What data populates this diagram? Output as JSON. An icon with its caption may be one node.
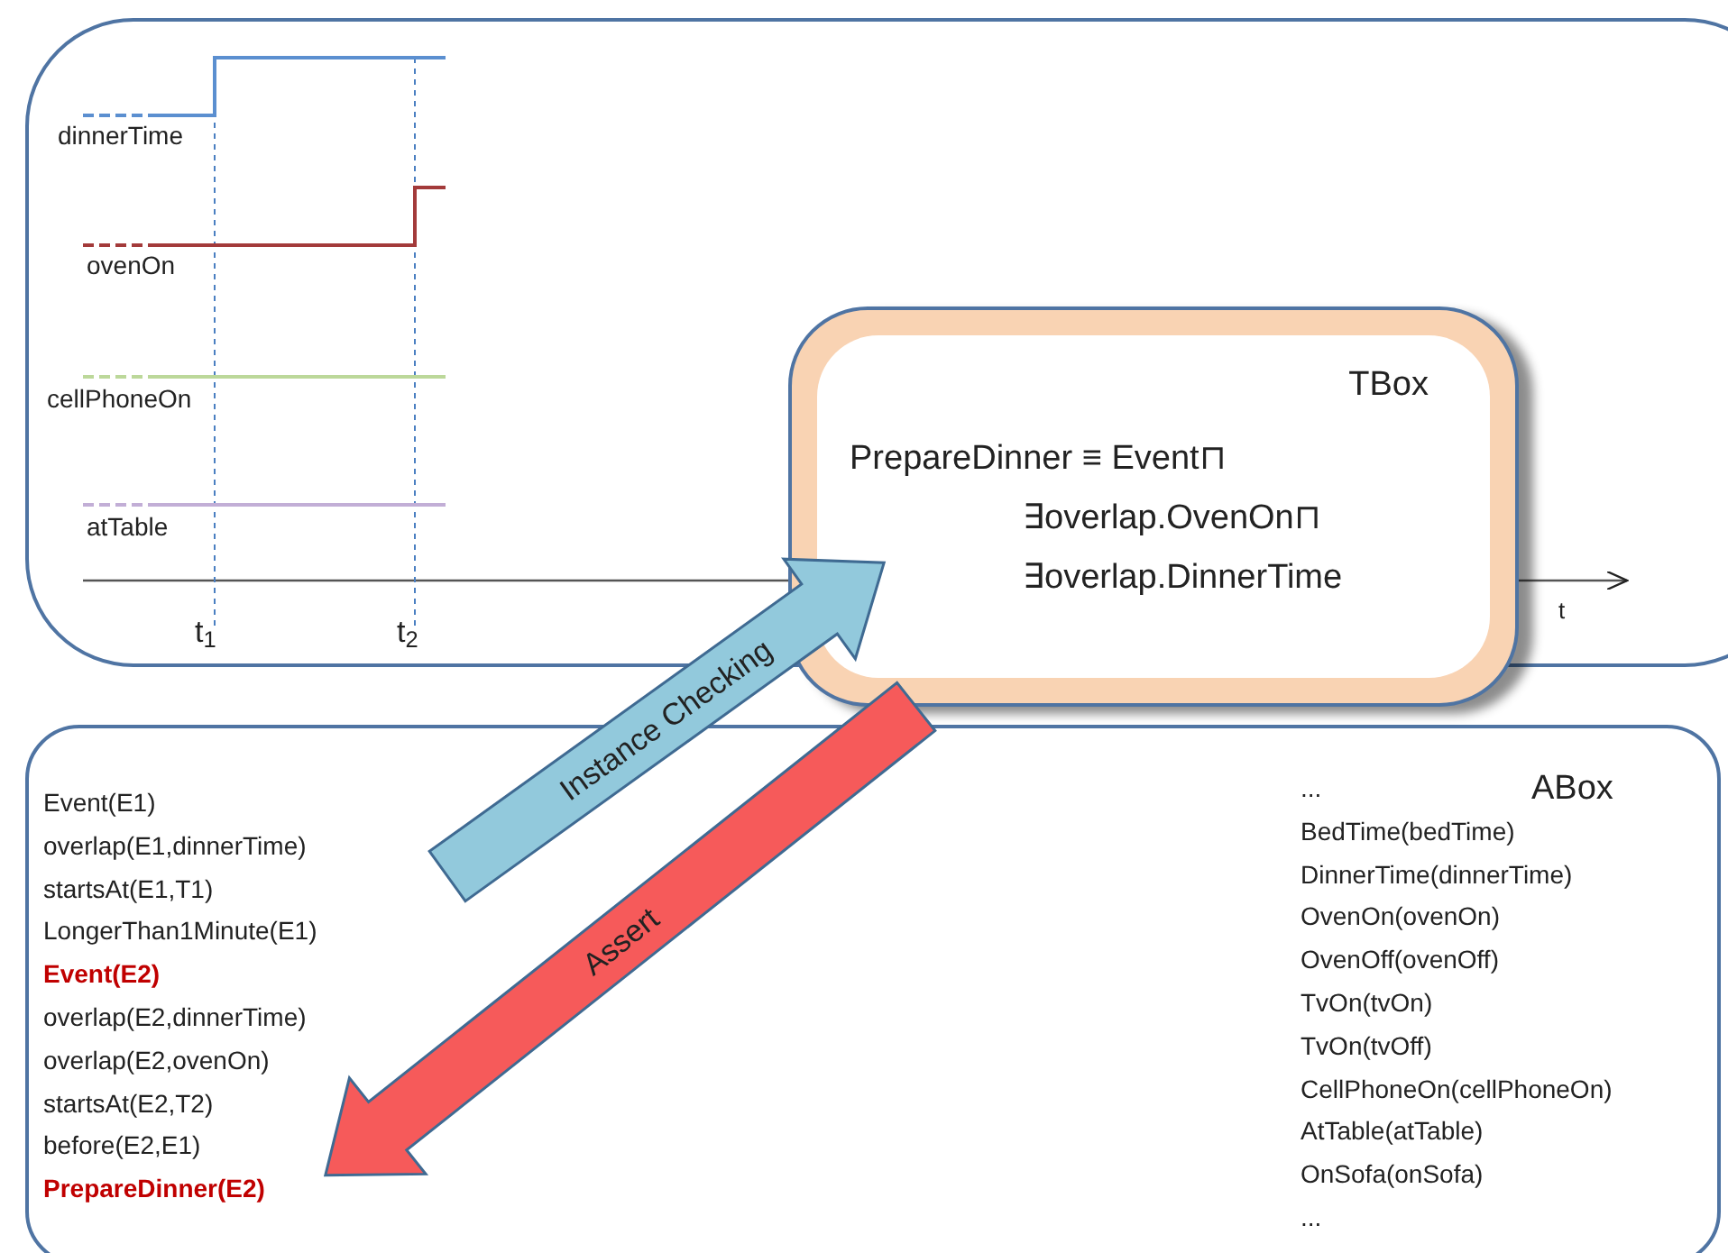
{
  "diagram": {
    "nodes": [
      {
        "text": [],
        "shape": "box"
      },
      {
        "text": [
          "TBox",
          "PrepareDinner ≡ Event⊓ ∃overlap.OvenOn⊓ ∃overlap.DinnerTime"
        ]
      },
      {
        "text": [
          "ABox"
        ]
      }
    ],
    "edges": [
      {
        "from": 2,
        "to": 1,
        "arrow": "to",
        "label": "Instance Checking",
        "style": "thick",
        "color": "#92c9dc"
      },
      {
        "from": 1,
        "to": 2,
        "arrow": "to",
        "label": "Assert",
        "style": "thick",
        "color": "#f65a5a"
      }
    ],
    "labels": [
      "dinnerTime",
      "ovenOn",
      "cellPhoneOn",
      "atTable",
      "t$_{1}$",
      "t$_{2}$",
      "t",
      "Event(E1)",
      "overlap(E1,dinnerTime)",
      "startsAt(E1,T1)",
      "LongerThan1Minute(E1)",
      "Event(E2)",
      "overlap(E2,dinnerTime)",
      "overlap(E2,ovenOn)",
      "startsAt(E2,T2)",
      "before(E2,E1)",
      "PrepareDinner(E2)",
      "...",
      "BedTime(bedTime)",
      "DinnerTime(dinnerTime)",
      "OvenOn(ovenOn)",
      "OvenOff(ovenOff)",
      "TvOn(tvOn)",
      "TvOn(tvOff)",
      "CellPhoneOn(cellPhoneOn)",
      "AtTable(atTable)",
      "OnSofa(onSofa)",
      "..."
    ]
  }
}
